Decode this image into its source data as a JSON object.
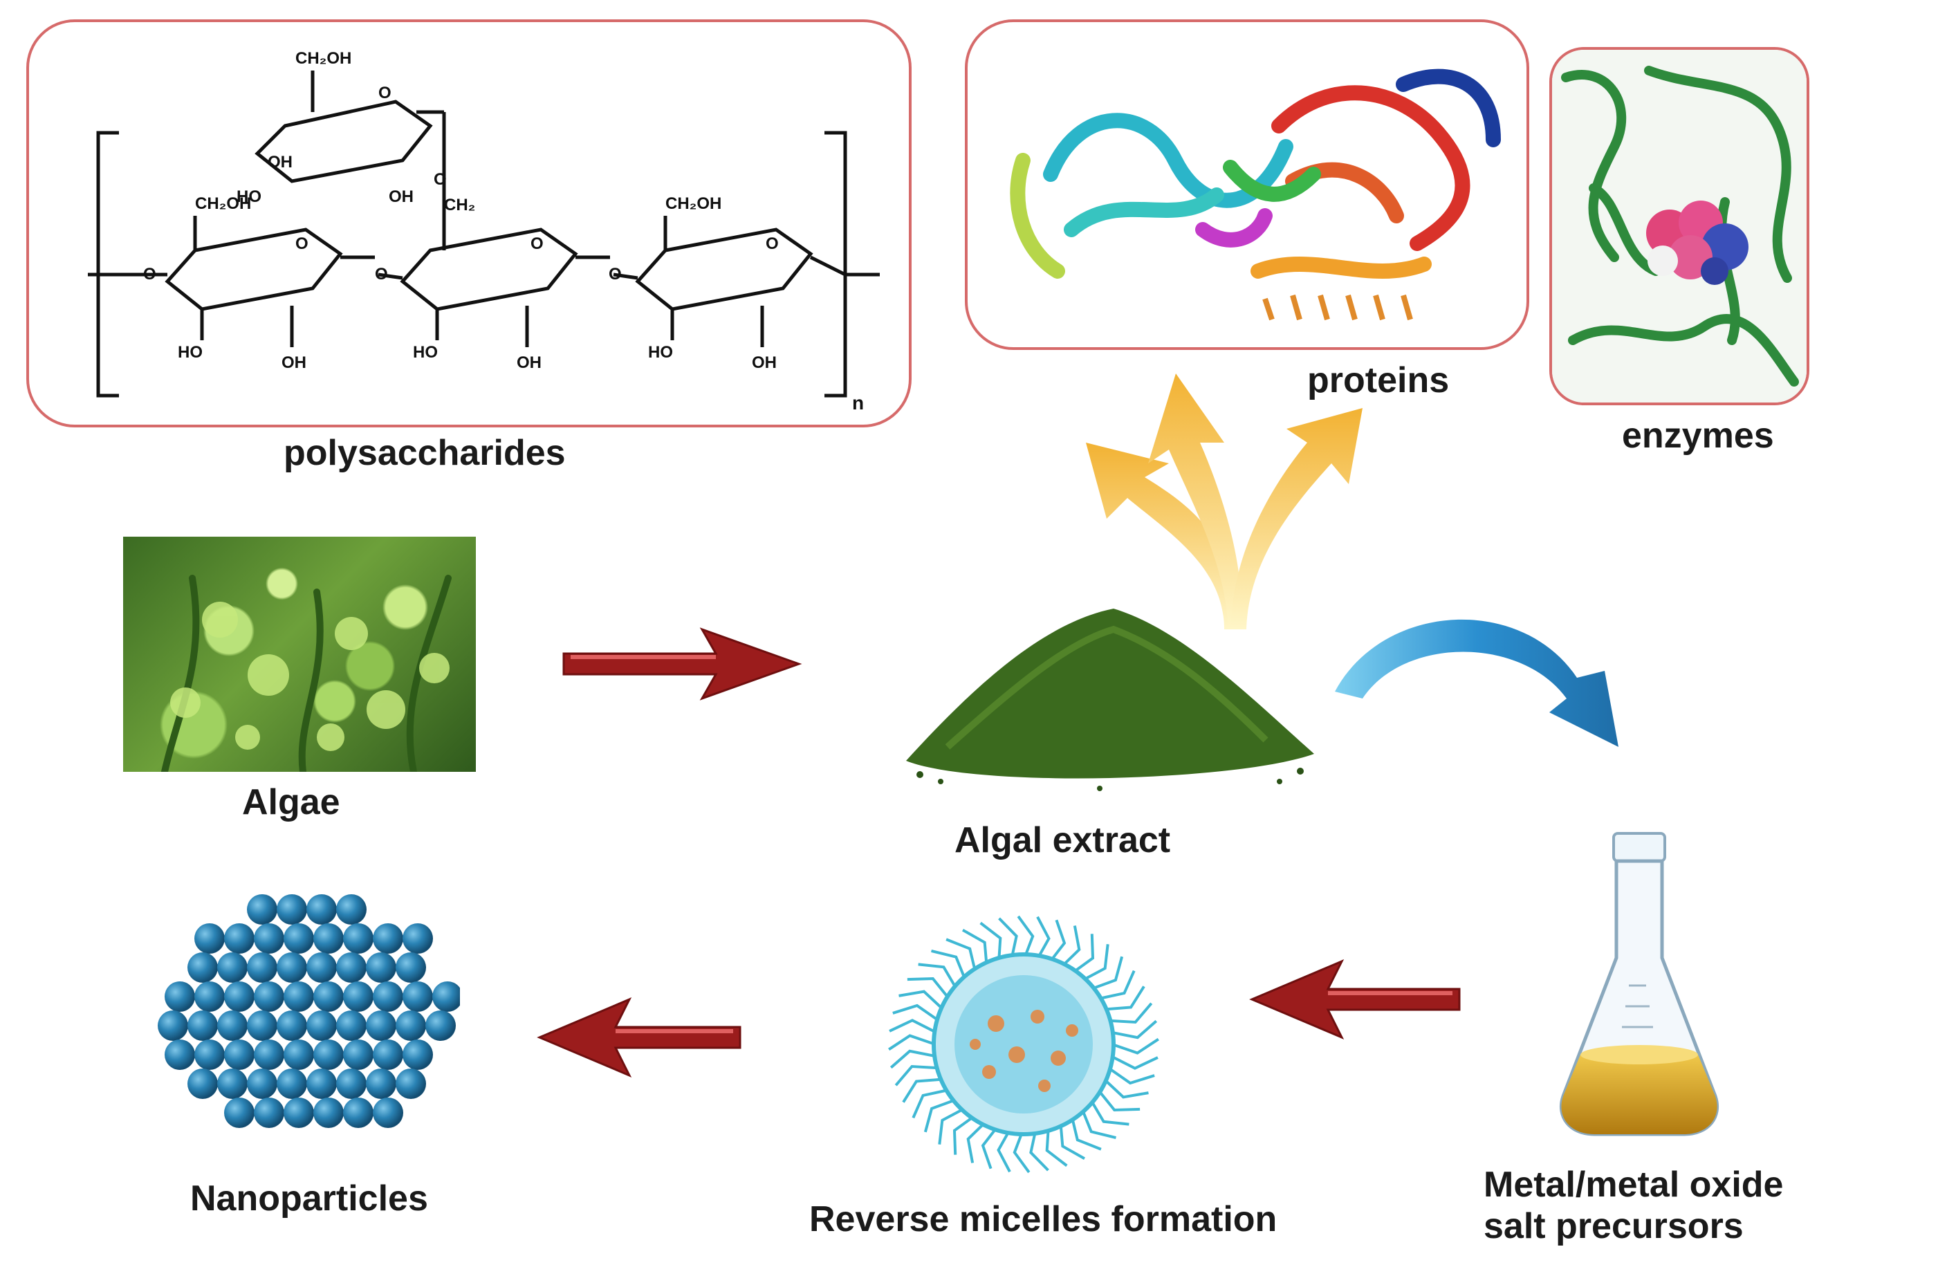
{
  "labels": {
    "polysaccharides": "polysaccharides",
    "proteins": "proteins",
    "enzymes": "enzymes",
    "algae": "Algae",
    "algal_extract": "Algal extract",
    "precursors_line1": "Metal/metal oxide",
    "precursors_line2": "salt precursors",
    "reverse_micelles": "Reverse micelles formation",
    "nanoparticles": "Nanoparticles"
  },
  "structure_text": {
    "ch2oh": "CH₂OH",
    "ch2": "CH₂",
    "oh": "OH",
    "ho": "HO",
    "o": "O",
    "n": "n"
  },
  "colors": {
    "panel_border": "#d66a6a",
    "red_arrow": "#9b1c1c",
    "yellow_arrow": "#f2b233",
    "blue_arrow": "#2b8fd0",
    "algae_green": "#4f8a2a",
    "nanoparticle_blue": "#1f6f9a",
    "micelle_cyan": "#3fb8d4",
    "precursor_yellow": "#d8a21a"
  },
  "icons": {
    "protein": "protein-ribbon-icon",
    "enzyme": "enzyme-active-site-icon",
    "flask": "erlenmeyer-flask-icon",
    "micelle": "reverse-micelle-icon",
    "nanoparticle": "nanoparticle-lattice-icon",
    "algae": "algae-photo",
    "extract": "powder-pile-icon"
  }
}
